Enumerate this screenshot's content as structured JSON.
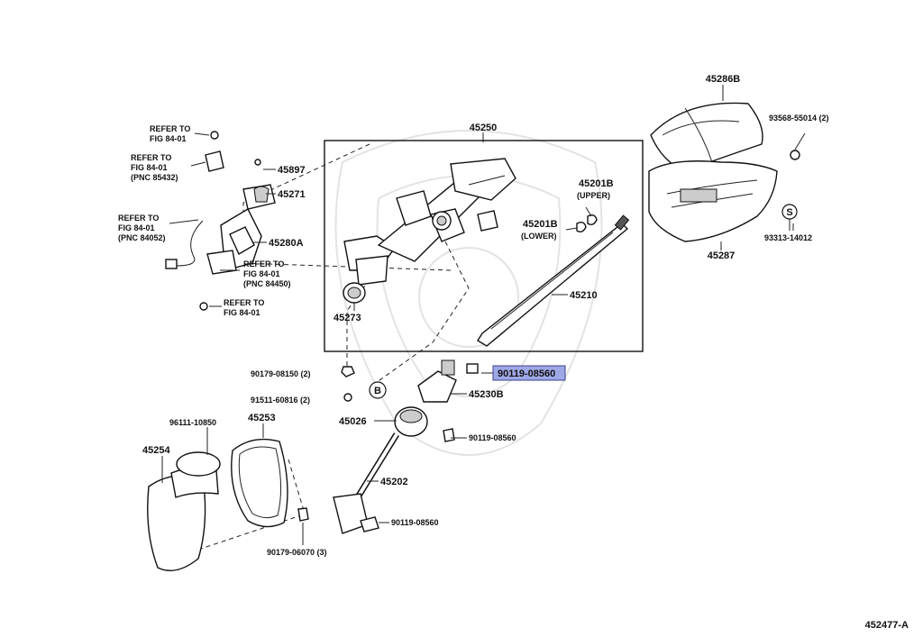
{
  "diagram_id": "452477-A",
  "callouts": {
    "c45250": "45250",
    "c45286B": "45286B",
    "c93568": "93568-55014 (2)",
    "c93313": "93313-14012",
    "c45287": "45287",
    "c45201B_u": "45201B",
    "c45201B_u2": "(UPPER)",
    "c45201B_l": "45201B",
    "c45201B_l2": "(LOWER)",
    "c45210": "45210",
    "c45273": "45273",
    "c45897": "45897",
    "c45271": "45271",
    "c45280A": "45280A",
    "c90179a": "90179-08150 (2)",
    "c91511": "91511-60816 (2)",
    "c90119_hl": "90119-08560",
    "c45230B": "45230B",
    "c45026": "45026",
    "c90119_b": "90119-08560",
    "c45202": "45202",
    "c90119_c": "90119-08560",
    "c96111": "96111-10850",
    "c45253": "45253",
    "c45254": "45254",
    "c90179b": "90179-06070 (3)"
  },
  "refs": {
    "r1a": "REFER TO",
    "r1b": "FIG 84-01",
    "r2a": "REFER TO",
    "r2b": "FIG 84-01",
    "r2c": "(PNC 85432)",
    "r3a": "REFER TO",
    "r3b": "FIG 84-01",
    "r3c": "(PNC 84052)",
    "r4a": "REFER TO",
    "r4b": "FIG 84-01",
    "r4c": "(PNC 84450)",
    "r5a": "REFER TO",
    "r5b": "FIG 84-01"
  },
  "markers": {
    "b": "B",
    "s": "S"
  },
  "highlight_color": "#9fa8e6"
}
